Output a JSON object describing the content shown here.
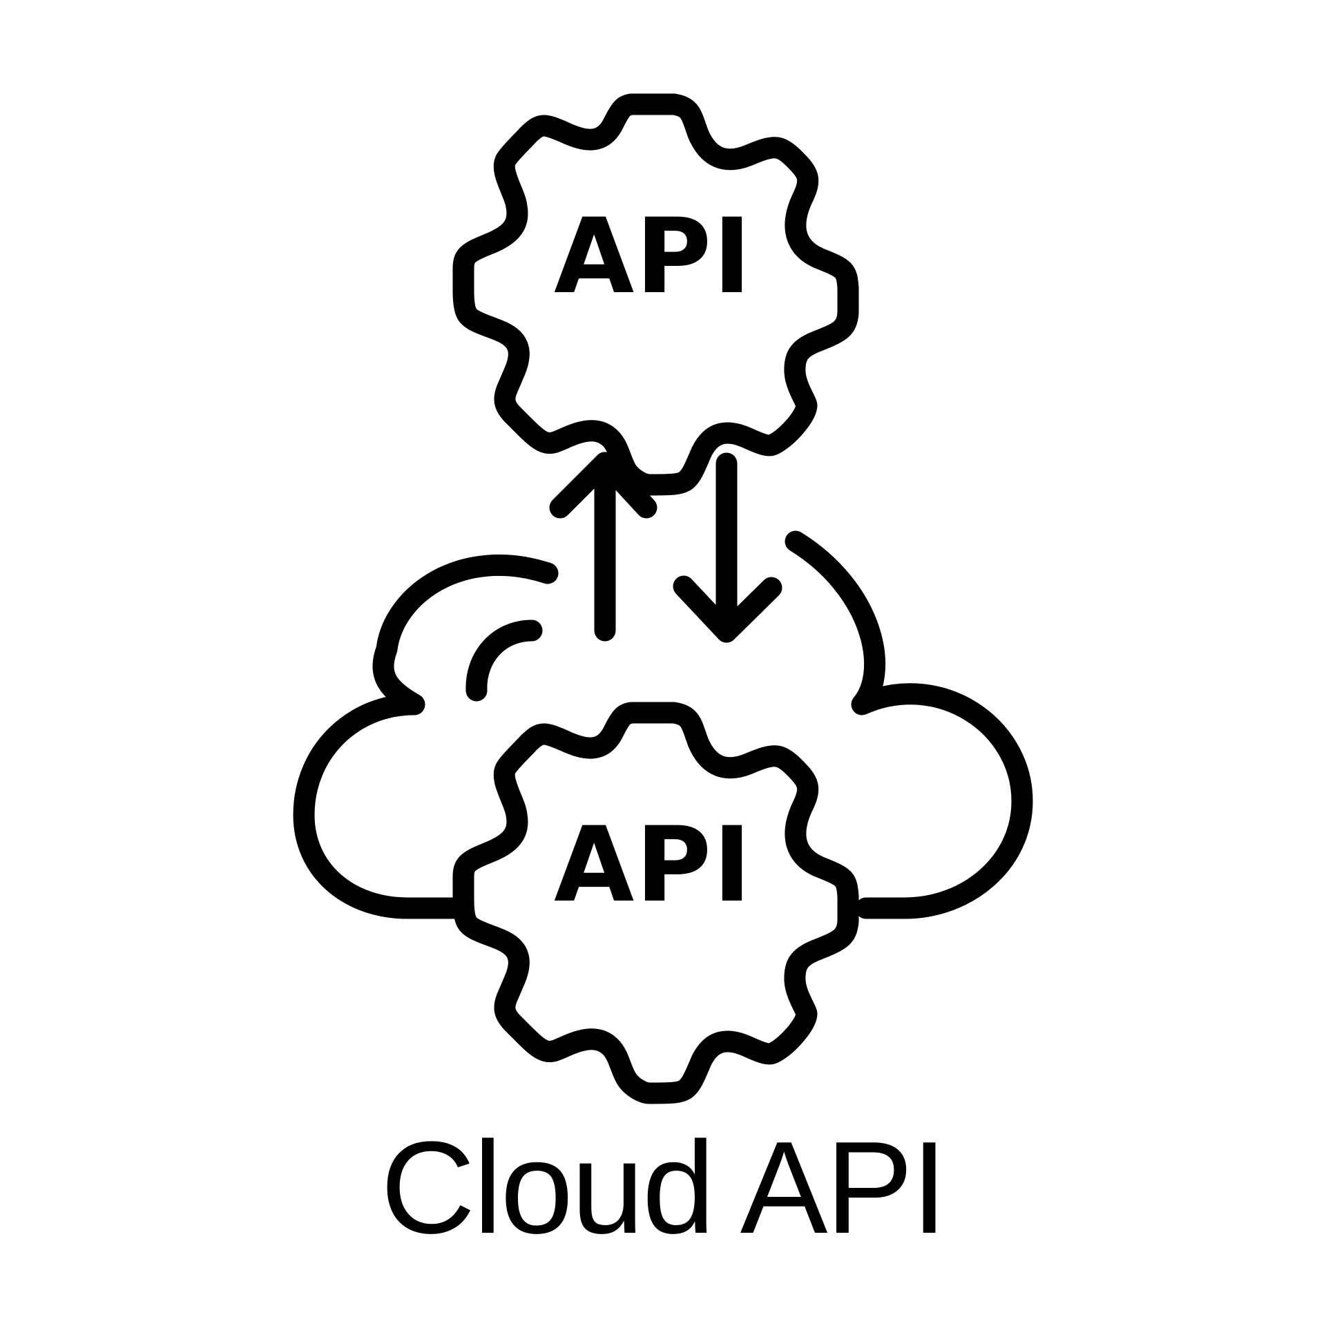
{
  "caption": "Cloud API",
  "gears": {
    "top_label": "API",
    "bottom_label": "API"
  },
  "icons": {
    "main": "cloud-icon",
    "top_gear": "gear-icon",
    "bottom_gear": "gear-icon",
    "upload": "arrow-up-icon",
    "download": "arrow-down-icon"
  },
  "colors": {
    "stroke": "#000000",
    "background": "#ffffff"
  }
}
